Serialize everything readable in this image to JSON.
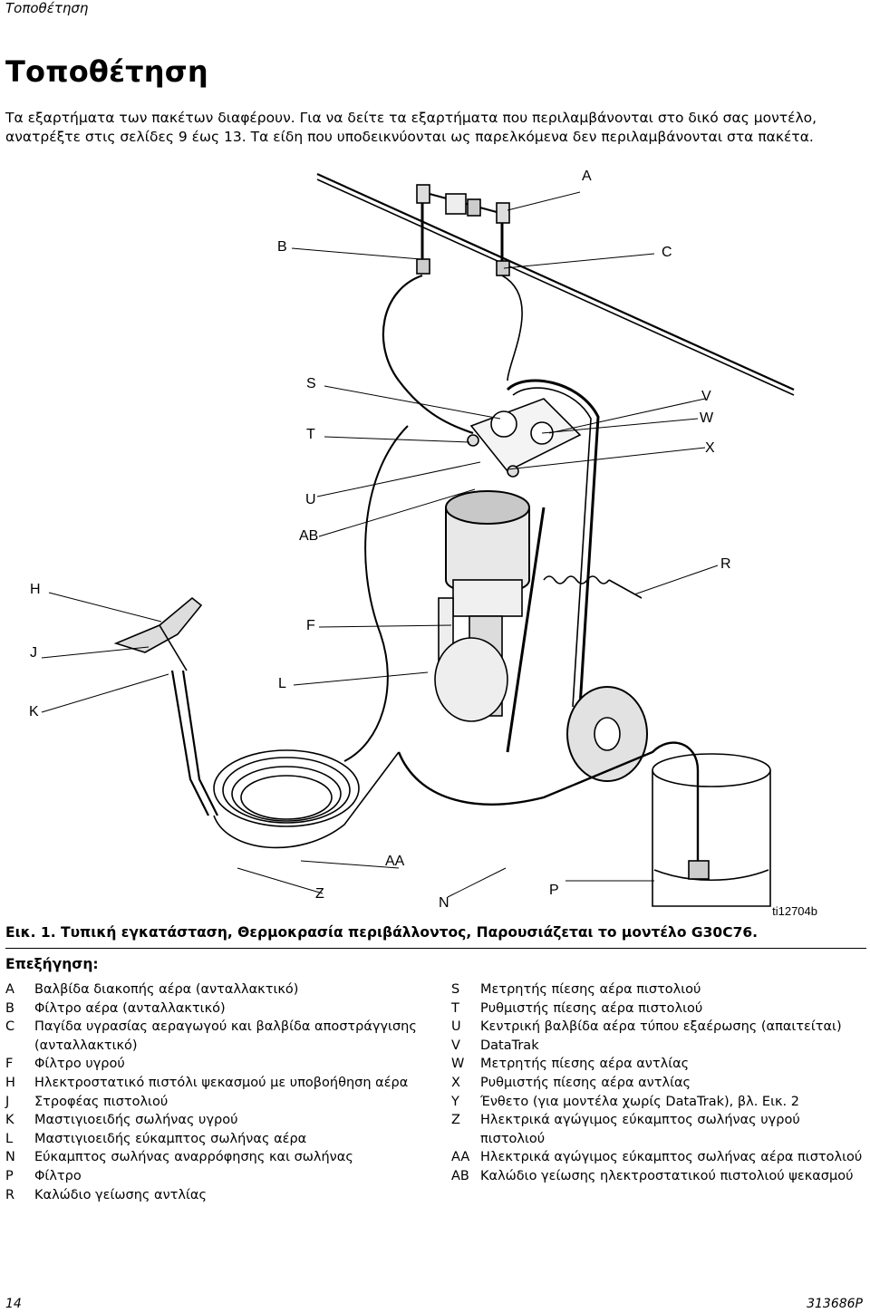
{
  "running_head": "Τοποθέτηση",
  "title": "Τοποθέτηση",
  "intro": "Τα εξαρτήματα των πακέτων διαφέρουν. Για να δείτε τα εξαρτήματα που περιλαμβάνονται στο δικό σας μοντέλο, ανατρέξτε στις σελίδες 9 έως 13. Τα είδη που υποδεικνύονται ως παρελκόμενα δεν περιλαμβάνονται στα πακέτα.",
  "figure": {
    "callouts": {
      "A": "A",
      "B": "B",
      "C": "C",
      "S": "S",
      "T": "T",
      "V": "V",
      "W": "W",
      "X": "X",
      "U": "U",
      "AB": "AB",
      "R": "R",
      "H": "H",
      "F": "F",
      "J": "J",
      "L": "L",
      "K": "K",
      "AA": "AA",
      "Z": "Z",
      "N": "N",
      "P": "P"
    },
    "id": "ti12704b",
    "caption": "Εικ. 1. Τυπική εγκατάσταση, Θερμοκρασία περιβάλλοντος, Παρουσιάζεται το μοντέλο G30C76."
  },
  "legend": {
    "title": "Επεξήγηση:",
    "left": [
      {
        "key": "A",
        "text": "Βαλβίδα διακοπής αέρα (ανταλλακτικό)"
      },
      {
        "key": "B",
        "text": "Φίλτρο αέρα (ανταλλακτικό)"
      },
      {
        "key": "C",
        "text": "Παγίδα υγρασίας αεραγωγού και βαλβίδα αποστράγγισης"
      },
      {
        "key": "",
        "text": "(ανταλλακτικό)"
      },
      {
        "key": "F",
        "text": "Φίλτρο υγρού"
      },
      {
        "key": "H",
        "text": "Ηλεκτροστατικό πιστόλι ψεκασμού με υποβοήθηση αέρα"
      },
      {
        "key": "J",
        "text": "Στροφέας πιστολιού"
      },
      {
        "key": "K",
        "text": "Μαστιγιοειδής σωλήνας υγρού"
      },
      {
        "key": "L",
        "text": "Μαστιγιοειδής εύκαμπτος σωλήνας αέρα"
      },
      {
        "key": "N",
        "text": "Εύκαμπτος σωλήνας αναρρόφησης και σωλήνας"
      },
      {
        "key": "P",
        "text": "Φίλτρο"
      },
      {
        "key": "R",
        "text": "Καλώδιο γείωσης αντλίας"
      }
    ],
    "right": [
      {
        "key": "S",
        "text": "Μετρητής πίεσης αέρα πιστολιού"
      },
      {
        "key": "T",
        "text": "Ρυθμιστής πίεσης αέρα πιστολιού"
      },
      {
        "key": "U",
        "text": "Κεντρική βαλβίδα αέρα τύπου εξαέρωσης (απαιτείται)"
      },
      {
        "key": "V",
        "text": "DataTrak"
      },
      {
        "key": "W",
        "text": "Μετρητής πίεσης αέρα αντλίας"
      },
      {
        "key": "X",
        "text": "Ρυθμιστής πίεσης αέρα αντλίας"
      },
      {
        "key": "Y",
        "text": "Ένθετο (για μοντέλα χωρίς DataTrak), βλ. Εικ. 2"
      },
      {
        "key": "Z",
        "text": "Ηλεκτρικά αγώγιμος εύκαμπτος σωλήνας υγρού πιστολιού"
      },
      {
        "key": "AA",
        "text": "Ηλεκτρικά αγώγιμος εύκαμπτος σωλήνας αέρα πιστολιού"
      },
      {
        "key": "AB",
        "text": "Καλώδιο γείωσης ηλεκτροστατικού πιστολιού ψεκασμού"
      }
    ]
  },
  "footer": {
    "page": "14",
    "doc": "313686P"
  }
}
